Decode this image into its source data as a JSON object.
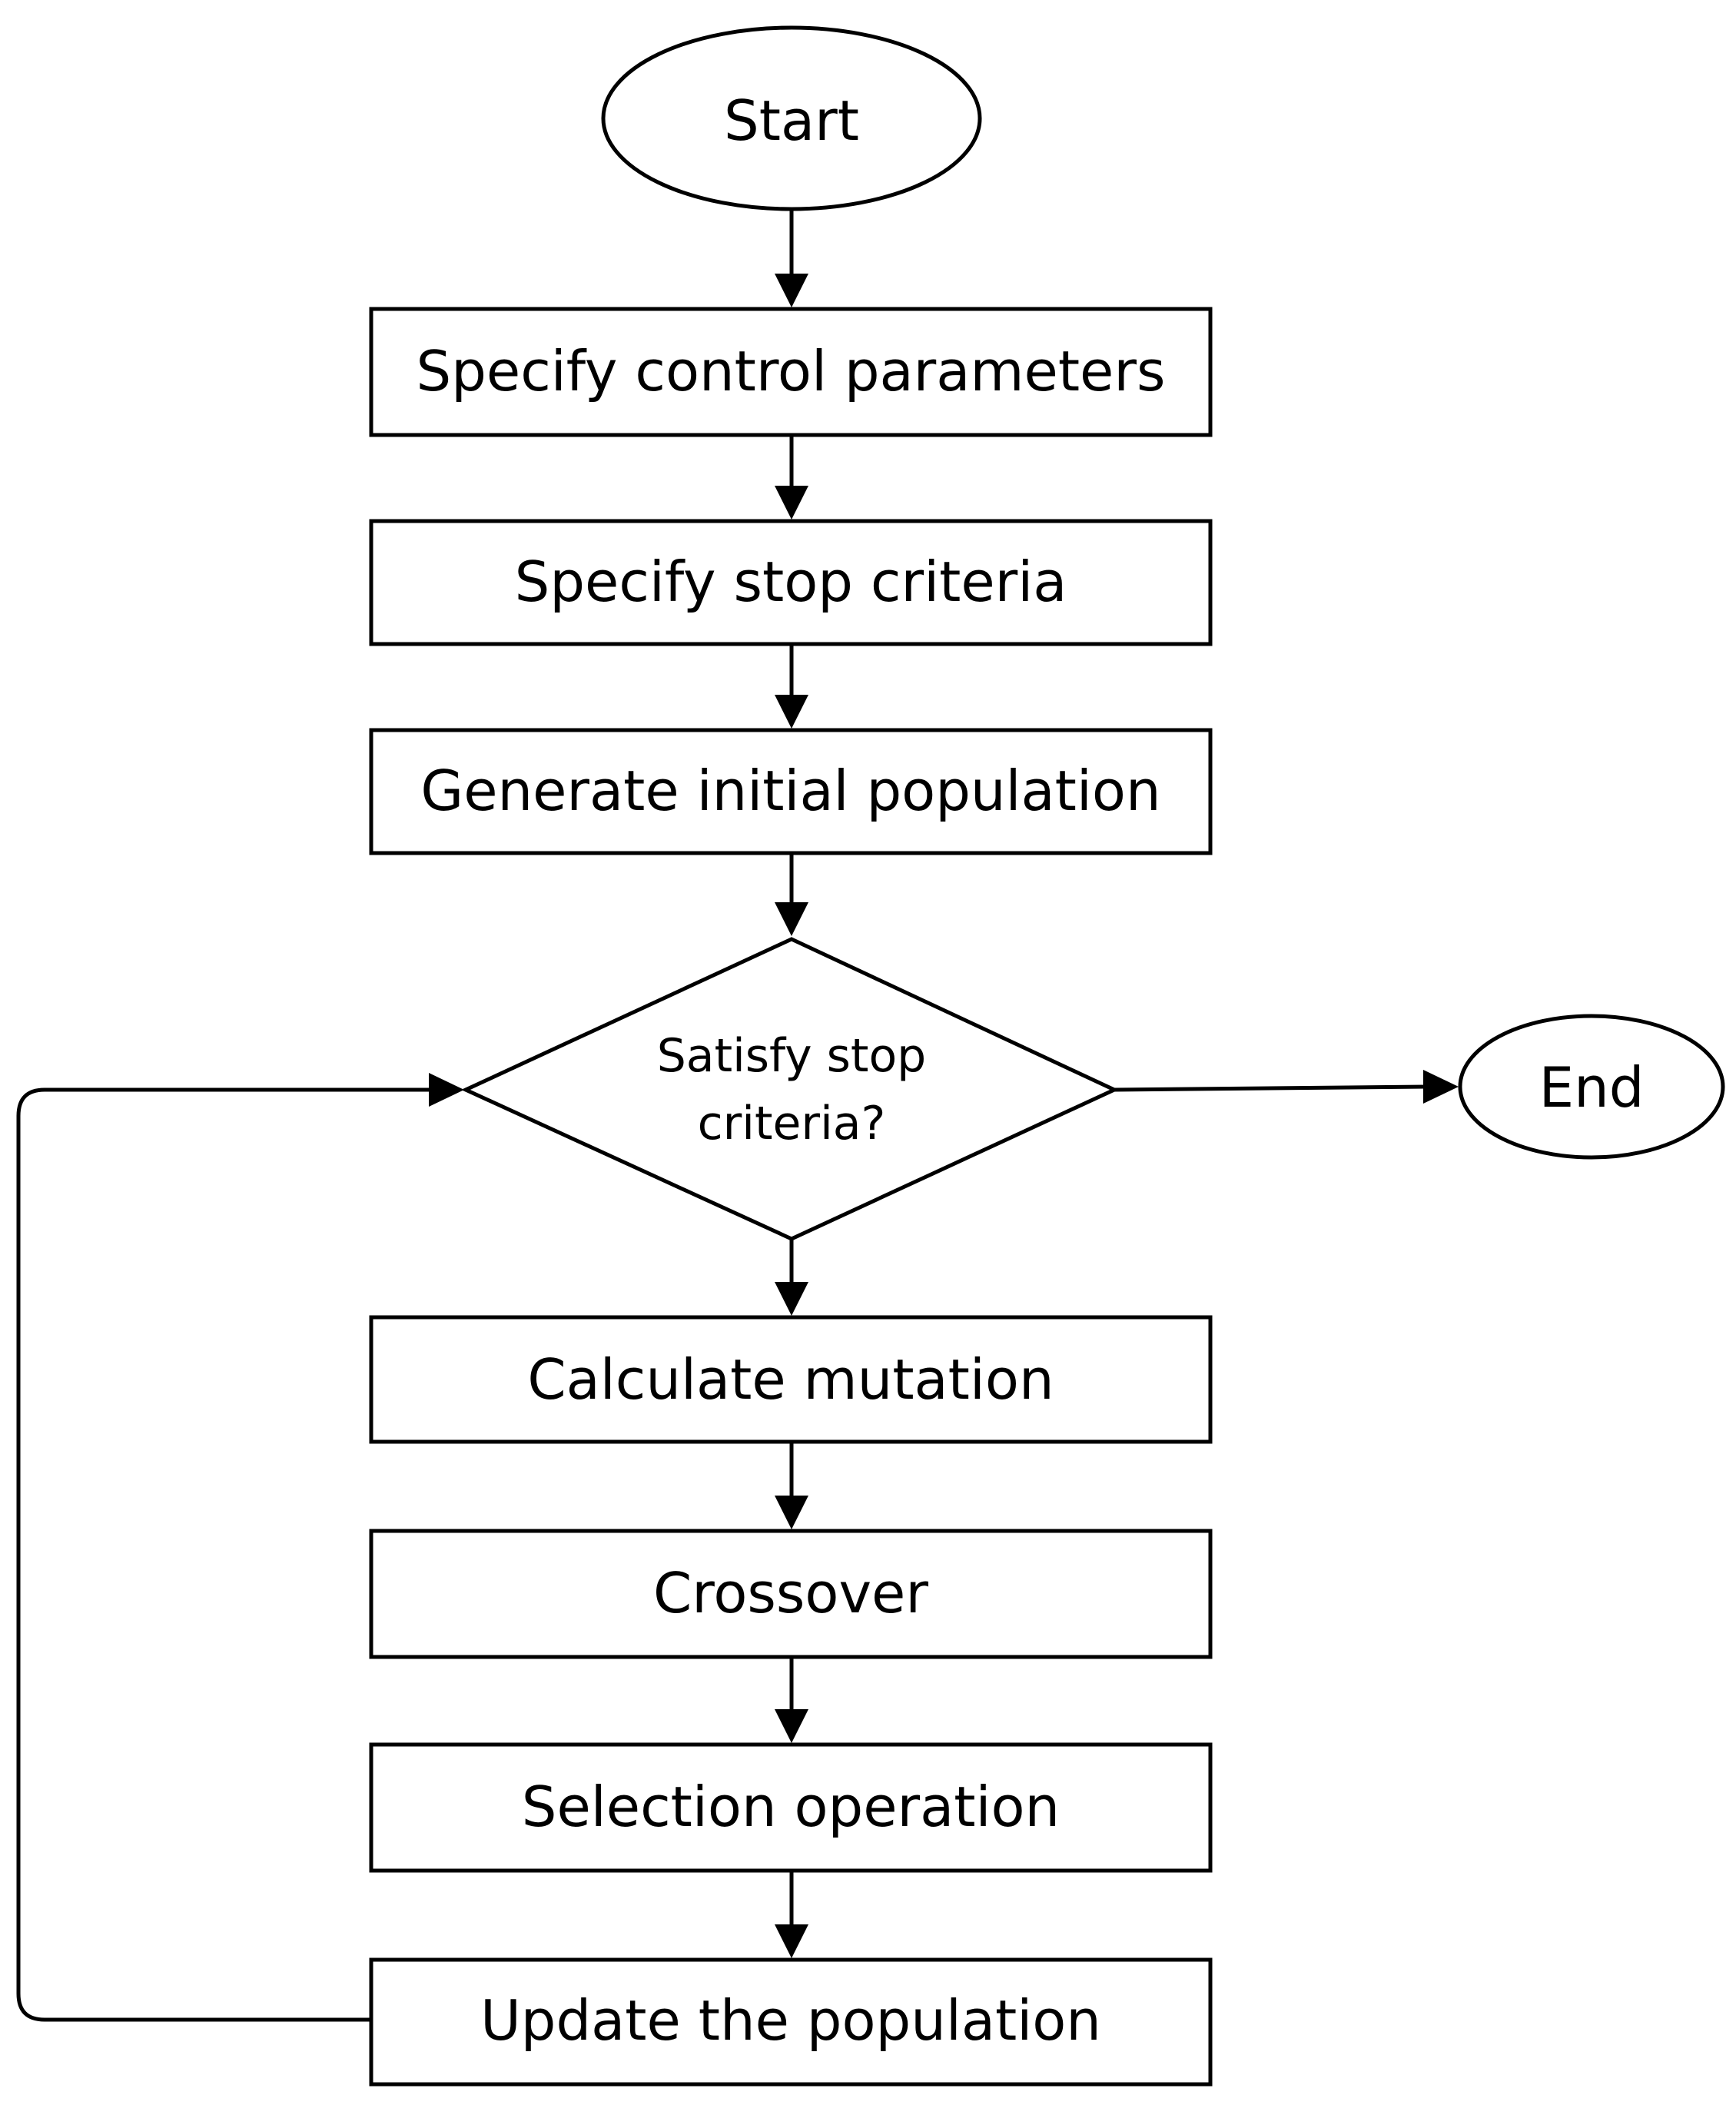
{
  "diagram": {
    "type": "flowchart",
    "start_label": "Start",
    "end_label": "End",
    "steps": {
      "specify_control_parameters": "Specify control parameters",
      "specify_stop_criteria": "Specify stop criteria",
      "generate_initial_population": "Generate initial population",
      "calculate_mutation": "Calculate mutation",
      "crossover": "Crossover",
      "selection_operation": "Selection operation",
      "update_population": "Update the population"
    },
    "decision": {
      "line1": "Satisfy stop",
      "line2": "criteria?"
    },
    "edges": [
      {
        "from": "Start",
        "to": "Specify control parameters"
      },
      {
        "from": "Specify control parameters",
        "to": "Specify stop criteria"
      },
      {
        "from": "Specify stop criteria",
        "to": "Generate initial population"
      },
      {
        "from": "Generate initial population",
        "to": "Satisfy stop criteria?"
      },
      {
        "from": "Satisfy stop criteria?",
        "to": "End"
      },
      {
        "from": "Satisfy stop criteria?",
        "to": "Calculate mutation"
      },
      {
        "from": "Calculate mutation",
        "to": "Crossover"
      },
      {
        "from": "Crossover",
        "to": "Selection operation"
      },
      {
        "from": "Selection operation",
        "to": "Update the population"
      },
      {
        "from": "Update the population",
        "to": "Satisfy stop criteria?"
      }
    ]
  }
}
